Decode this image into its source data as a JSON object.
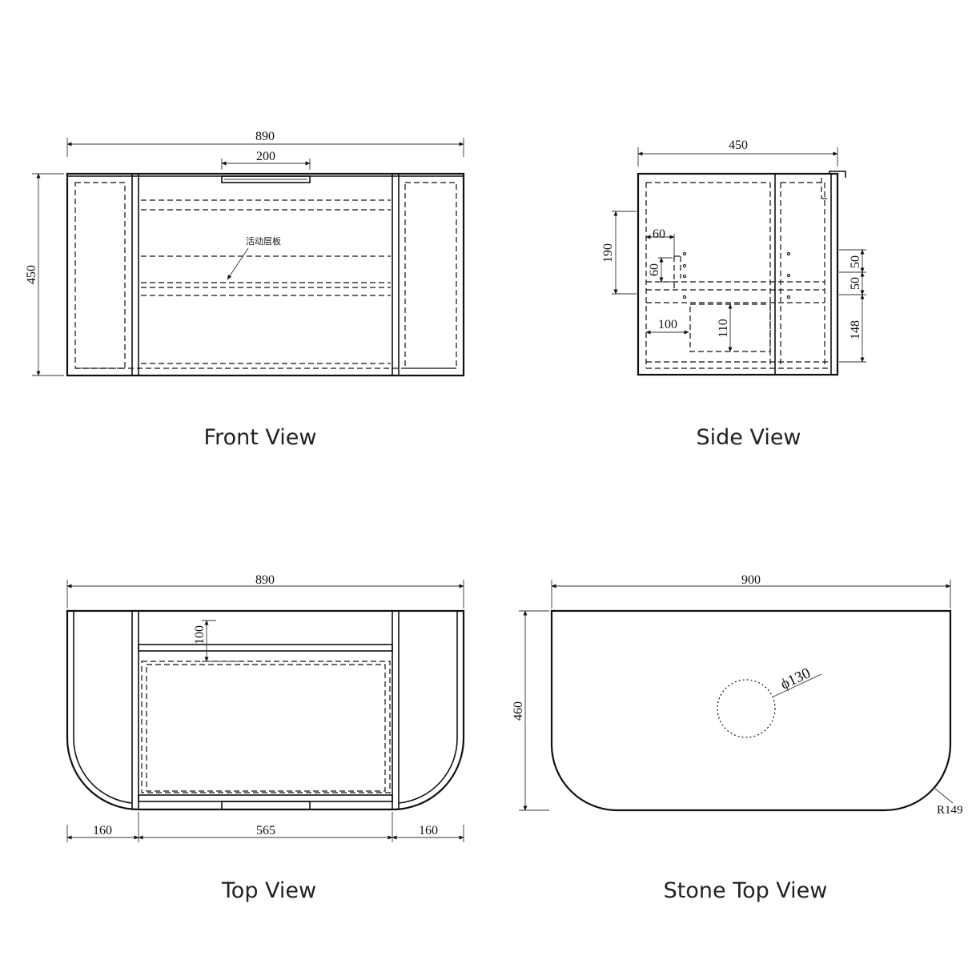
{
  "views": {
    "front": {
      "caption": "Front View",
      "dims": {
        "width": "890",
        "handle": "200",
        "height": "450"
      },
      "note": "活动层板"
    },
    "side": {
      "caption": "Side View",
      "dims": {
        "depth": "450",
        "a190": "190",
        "a60w": "60",
        "a60h": "60",
        "a100": "100",
        "a110": "110",
        "a50a": "50",
        "a50b": "50",
        "a148": "148"
      }
    },
    "top": {
      "caption": "Top View",
      "dims": {
        "width": "890",
        "d100": "100",
        "left160": "160",
        "mid565": "565",
        "right160": "160"
      }
    },
    "stone": {
      "caption": "Stone Top View",
      "dims": {
        "width": "900",
        "depth": "460",
        "hole": "ϕ130",
        "radius": "R149"
      }
    }
  }
}
